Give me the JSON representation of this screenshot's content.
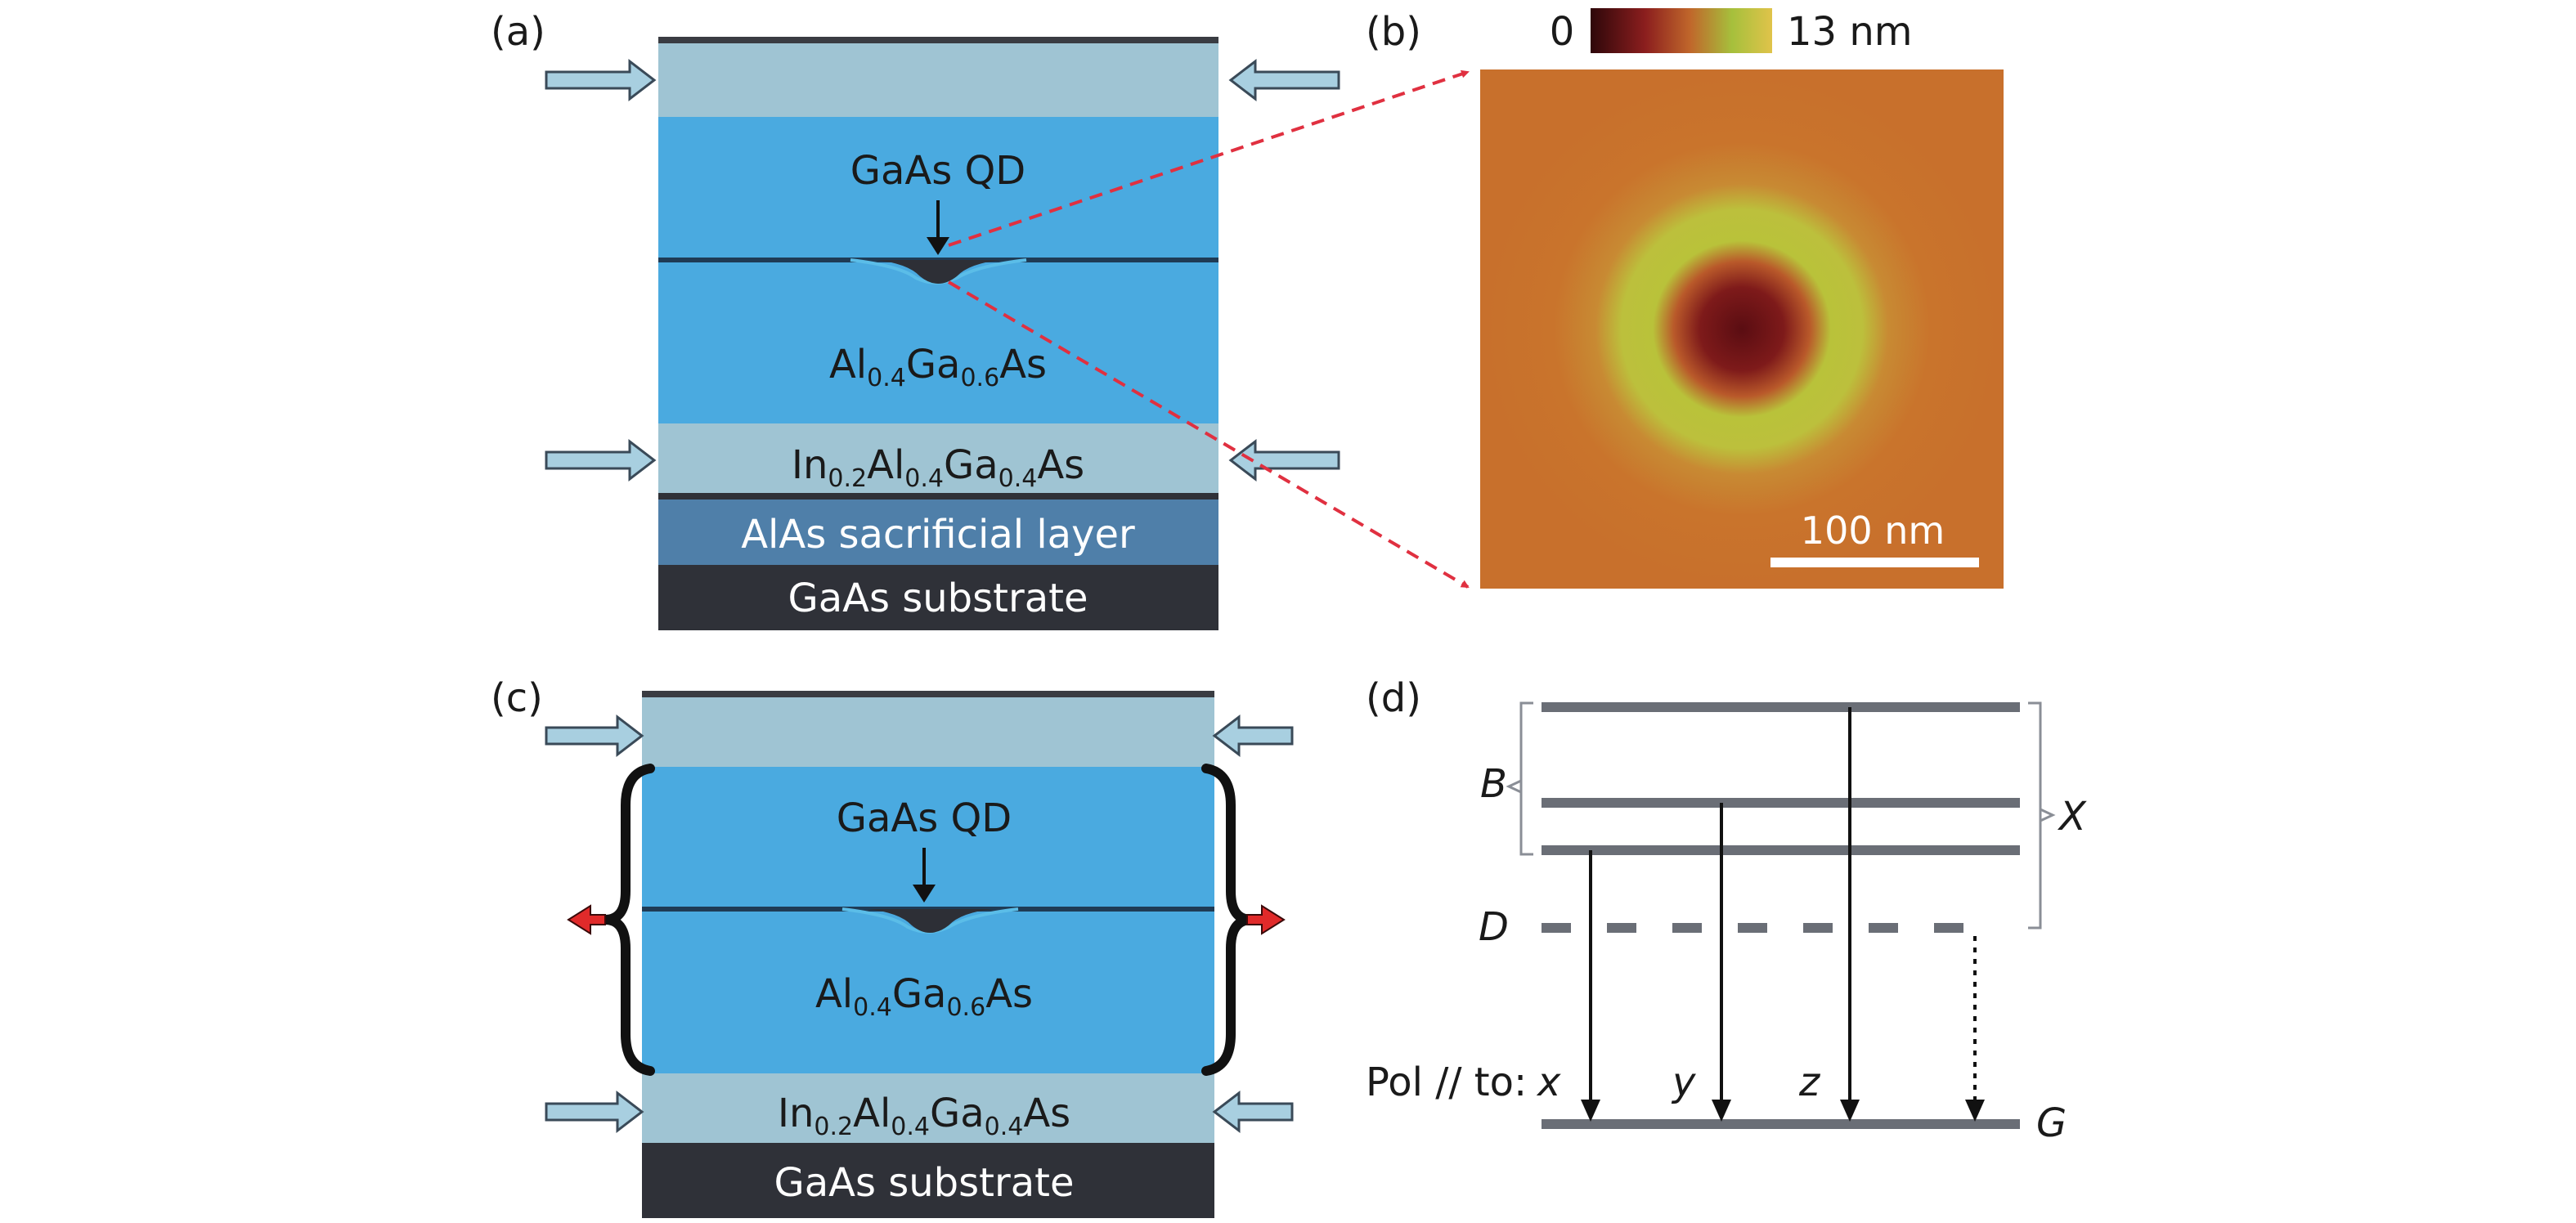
{
  "panels": {
    "a": {
      "label": "(a)",
      "qd_label": "GaAs QD",
      "barrier": {
        "pre": "Al",
        "s1": "0.4",
        "mid": "Ga",
        "s2": "0.6",
        "post": "As"
      },
      "stressor": {
        "pre": "In",
        "s1": "0.2",
        "mid1": "Al",
        "s2": "0.4",
        "mid2": "Ga",
        "s3": "0.4",
        "post": "As"
      },
      "sacrificial": "AlAs sacrificial layer",
      "substrate": "GaAs substrate"
    },
    "b": {
      "label": "(b)",
      "colorbar_min": "0",
      "colorbar_max": "13 nm",
      "scalebar": "100 nm",
      "colors": [
        "#3a0a0c",
        "#8b1e1e",
        "#c05a2a",
        "#d1a23a",
        "#a9c23c",
        "#d9c040"
      ]
    },
    "c": {
      "label": "(c)",
      "qd_label": "GaAs QD",
      "barrier": {
        "pre": "Al",
        "s1": "0.4",
        "mid": "Ga",
        "s2": "0.6",
        "post": "As"
      },
      "stressor": {
        "pre": "In",
        "s1": "0.2",
        "mid1": "Al",
        "s2": "0.4",
        "mid2": "Ga",
        "s3": "0.4",
        "post": "As"
      },
      "substrate": "GaAs substrate"
    },
    "d": {
      "label": "(d)",
      "B": "B",
      "X": "X",
      "D": "D",
      "G": "G",
      "pol_prefix": "Pol // to:",
      "pol_x": "x",
      "pol_y": "y",
      "pol_z": "z"
    }
  },
  "colors": {
    "layer_light": "#9fc4d3",
    "qw_blue": "#4aaae0",
    "sacrificial": "#4f7fa9",
    "substrate": "#2f3138",
    "arrow_fill": "#a8cfe0",
    "red_dash": "#e03040",
    "level_gray": "#6a6e76"
  }
}
